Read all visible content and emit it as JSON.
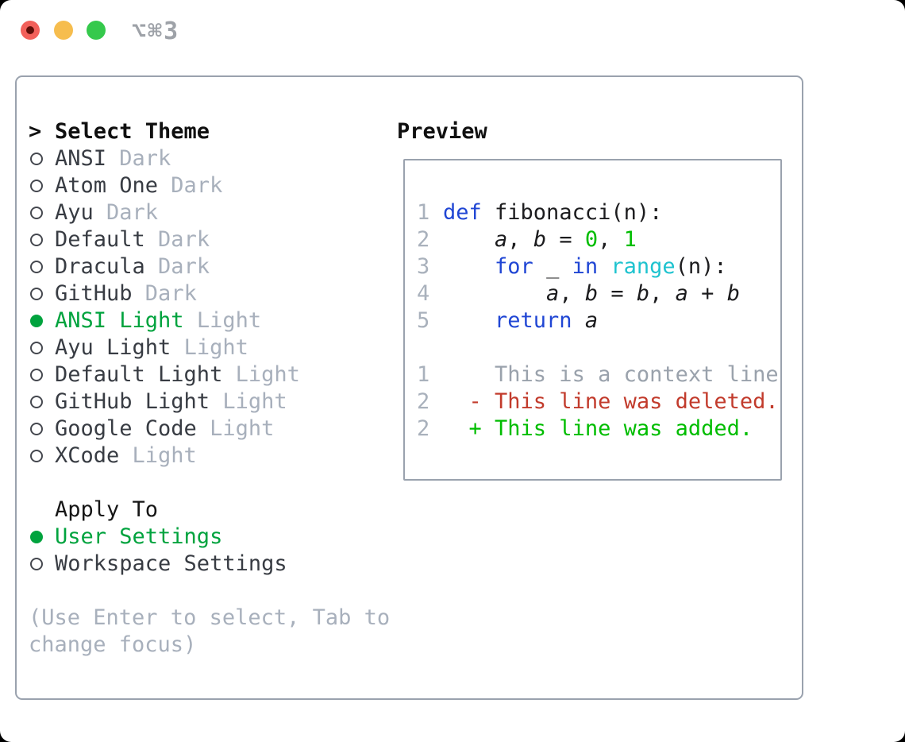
{
  "titlebar": {
    "shortcut": "⌥⌘3"
  },
  "colors": {
    "traffic_red": "#f2605a",
    "traffic_yellow": "#f6bd4e",
    "traffic_green": "#35c94c",
    "traffic_dot": "#5f0e08",
    "shortcut": "#9ea2a8",
    "border": "#9aa2ae",
    "circle": "#45484f",
    "ui_green": "#00a33e",
    "code_green": "#00bd00",
    "keyword": "#2046d4",
    "builtin": "#1ec3cf",
    "deleted": "#c23b2c",
    "plain": "#1c1c1e",
    "item_text": "#383c43",
    "muted": "#a8b0bc",
    "context": "#9aa2ac",
    "line_number": "#a9b1bc"
  },
  "theme_section": {
    "focus_indicator": ">",
    "title": "Select Theme",
    "items": [
      {
        "name": "ANSI",
        "variant": "Dark",
        "selected": false
      },
      {
        "name": "Atom One",
        "variant": "Dark",
        "selected": false
      },
      {
        "name": "Ayu",
        "variant": "Dark",
        "selected": false
      },
      {
        "name": "Default",
        "variant": "Dark",
        "selected": false
      },
      {
        "name": "Dracula",
        "variant": "Dark",
        "selected": false
      },
      {
        "name": "GitHub",
        "variant": "Dark",
        "selected": false
      },
      {
        "name": "ANSI Light",
        "variant": "Light",
        "selected": true
      },
      {
        "name": "Ayu Light",
        "variant": "Light",
        "selected": false
      },
      {
        "name": "Default Light",
        "variant": "Light",
        "selected": false
      },
      {
        "name": "GitHub Light",
        "variant": "Light",
        "selected": false
      },
      {
        "name": "Google Code",
        "variant": "Light",
        "selected": false
      },
      {
        "name": "XCode",
        "variant": "Light",
        "selected": false
      }
    ]
  },
  "apply_section": {
    "title": "Apply To",
    "items": [
      {
        "label": "User Settings",
        "selected": true
      },
      {
        "label": "Workspace Settings",
        "selected": false
      }
    ]
  },
  "hint_lines": [
    "(Use Enter to select, Tab to",
    "change focus)"
  ],
  "preview": {
    "title": "Preview",
    "code_lines": [
      {
        "num": "1",
        "segments": [
          {
            "t": "def",
            "c": "keyword"
          },
          {
            "t": " fibonacci(n):",
            "c": "plain"
          }
        ]
      },
      {
        "num": "2",
        "segments": [
          {
            "t": "    ",
            "c": "plain"
          },
          {
            "t": "a",
            "c": "var"
          },
          {
            "t": ", ",
            "c": "plain"
          },
          {
            "t": "b",
            "c": "var"
          },
          {
            "t": " = ",
            "c": "plain"
          },
          {
            "t": "0",
            "c": "number"
          },
          {
            "t": ", ",
            "c": "plain"
          },
          {
            "t": "1",
            "c": "number"
          }
        ]
      },
      {
        "num": "3",
        "segments": [
          {
            "t": "    ",
            "c": "plain"
          },
          {
            "t": "for",
            "c": "keyword"
          },
          {
            "t": " _ ",
            "c": "plain"
          },
          {
            "t": "in",
            "c": "keyword"
          },
          {
            "t": " ",
            "c": "plain"
          },
          {
            "t": "range",
            "c": "builtin"
          },
          {
            "t": "(n):",
            "c": "plain"
          }
        ]
      },
      {
        "num": "4",
        "segments": [
          {
            "t": "        ",
            "c": "plain"
          },
          {
            "t": "a",
            "c": "var"
          },
          {
            "t": ", ",
            "c": "plain"
          },
          {
            "t": "b",
            "c": "var"
          },
          {
            "t": " = ",
            "c": "plain"
          },
          {
            "t": "b",
            "c": "var"
          },
          {
            "t": ", ",
            "c": "plain"
          },
          {
            "t": "a",
            "c": "var"
          },
          {
            "t": " + ",
            "c": "plain"
          },
          {
            "t": "b",
            "c": "var"
          }
        ]
      },
      {
        "num": "5",
        "segments": [
          {
            "t": "    ",
            "c": "plain"
          },
          {
            "t": "return",
            "c": "keyword"
          },
          {
            "t": " ",
            "c": "plain"
          },
          {
            "t": "a",
            "c": "var"
          }
        ]
      }
    ],
    "diff_lines": [
      {
        "num": "1",
        "marker": "",
        "text": "This is a context line.",
        "kind": "context"
      },
      {
        "num": "2",
        "marker": "-",
        "text": "This line was deleted.",
        "kind": "deleted"
      },
      {
        "num": "2",
        "marker": "+",
        "text": "This line was added.",
        "kind": "added"
      }
    ]
  }
}
